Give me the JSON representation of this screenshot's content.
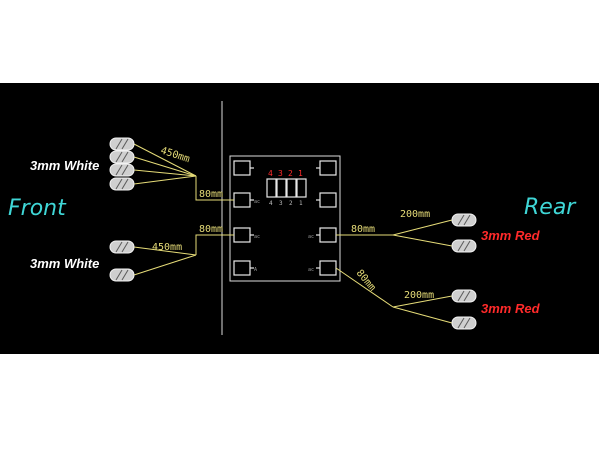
{
  "labels": {
    "front": "Front",
    "rear": "Rear",
    "white_top": "3mm White",
    "white_bottom": "3mm White",
    "red_top": "3mm Red",
    "red_bottom": "3mm Red"
  },
  "dimensions": {
    "front_top_long": "450mm",
    "front_top_short": "80mm",
    "front_bottom_long": "450mm",
    "front_bottom_short": "80mm",
    "rear_top_short": "80mm",
    "rear_top_long": "200mm",
    "rear_bottom_short": "80mm",
    "rear_bottom_long": "200mm"
  },
  "display": {
    "digits": [
      "4",
      "3",
      "2",
      "1"
    ],
    "sub_digits": [
      "4",
      "3",
      "2",
      "1"
    ]
  },
  "colors": {
    "wire": "#e6dc78",
    "front_rear_label": "#3fd6d6",
    "red_label": "#ff2a2a",
    "background": "#000000"
  }
}
